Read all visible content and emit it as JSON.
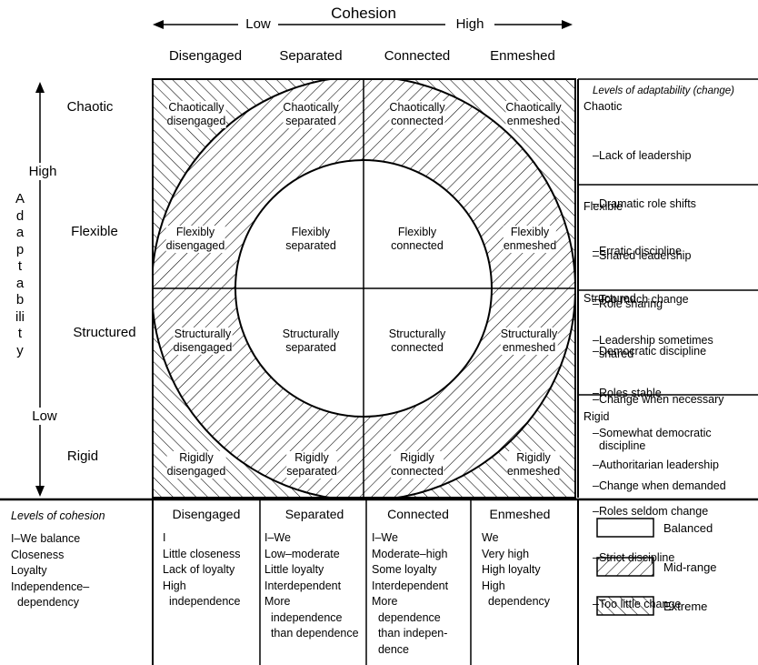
{
  "cohesion_axis": {
    "title": "Cohesion",
    "low": "Low",
    "high": "High"
  },
  "adaptability_axis": {
    "title": "Adaptability",
    "high": "High",
    "low": "Low"
  },
  "cohesion_levels": [
    "Disengaged",
    "Separated",
    "Connected",
    "Enmeshed"
  ],
  "adaptability_levels": [
    "Chaotic",
    "Flexible",
    "Structured",
    "Rigid"
  ],
  "cells": [
    [
      "Chaotically\ndisengaged",
      "Chaotically\nseparated",
      "Chaotically\nconnected",
      "Chaotically\nenmeshed"
    ],
    [
      "Flexibly\ndisengaged",
      "Flexibly\nseparated",
      "Flexibly\nconnected",
      "Flexibly\nenmeshed"
    ],
    [
      "Structurally\ndisengaged",
      "Structurally\nseparated",
      "Structurally\nconnected",
      "Structurally\nenmeshed"
    ],
    [
      "Rigidly\ndisengaged",
      "Rigidly\nseparated",
      "Rigidly\nconnected",
      "Rigidly\nenmeshed"
    ]
  ],
  "adaptability_panel": {
    "title": "Levels of adaptability (change)",
    "groups": [
      {
        "name": "Chaotic",
        "items": [
          "–Lack of leadership",
          "–Dramatic role shifts",
          "–Erratic discipline",
          "–Too much change"
        ]
      },
      {
        "name": "Flexible",
        "items": [
          "–Shared leadership",
          "–Role sharing",
          "–Democratic discipline",
          "–Change when necessary"
        ]
      },
      {
        "name": "Structured",
        "items": [
          "–Leadership sometimes\n  shared",
          "–Roles stable",
          "–Somewhat democratic\n  discipline",
          "–Change when demanded"
        ]
      },
      {
        "name": "Rigid",
        "items": [
          "–Authoritarian leadership",
          "–Roles seldom change",
          "–Strict discipline",
          "–Too little change"
        ]
      }
    ]
  },
  "cohesion_panel": {
    "title": "Levels of cohesion",
    "rows": "I–We balance\nCloseness\nLoyalty\nIndependence–\n  dependency",
    "columns": [
      {
        "name": "Disengaged",
        "body": "I\nLittle closeness\nLack of loyalty\nHigh\n  independence"
      },
      {
        "name": "Separated",
        "body": "I–We\nLow–moderate\nLittle loyalty\nInterdependent\nMore\n  independence\n  than dependence"
      },
      {
        "name": "Connected",
        "body": "I–We\nModerate–high\nSome loyalty\nInterdependent\nMore\n  dependence\n  than indepen-\n  dence"
      },
      {
        "name": "Enmeshed",
        "body": "We\nVery high\nHigh loyalty\nHigh\n  dependency"
      }
    ]
  },
  "legend": [
    "Balanced",
    "Mid-range",
    "Extreme"
  ]
}
